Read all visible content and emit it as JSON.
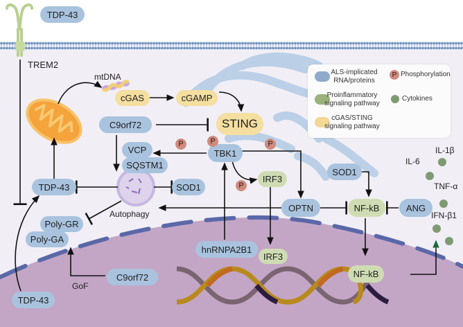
{
  "colors": {
    "als": "#a9c3de",
    "proinflammatory": "#cfdcb3",
    "cgas_sting": "#f4dea0",
    "phosphorylation": "#d08b7d",
    "cytokine": "#7e9a72",
    "nucleus": "#c3a6c6",
    "membrane": "#5a68a8",
    "background": "#f1eef5"
  },
  "extracellular": {
    "tdp43": "TDP-43"
  },
  "membrane": {
    "receptor_label": "TREM2"
  },
  "mito": {
    "mtdna_label": "mtDNA"
  },
  "nodes": {
    "cgas": "cGAS",
    "cgamp": "cGAMP",
    "sting": "STING",
    "c9orf72_cyto": "C9orf72",
    "vcp": "VCP",
    "sqstm1": "SQSTM1",
    "tbk1": "TBK1",
    "irf3_cyto": "IRF3",
    "sod1_autophagy": "SOD1",
    "sod1_nfkb": "SOD1",
    "tdp43_cyto": "TDP-43",
    "optn": "OPTN",
    "nfkb_cyto": "NF-kB",
    "ang": "ANG",
    "poly_gr": "Poly-GR",
    "poly_ga": "Poly-GA",
    "hnrnpa2b1": "hnRNPA2B1",
    "irf3_nuc": "IRF3",
    "nfkb_nuc": "NF-kB",
    "c9orf72_nuc": "C9orf72",
    "tdp43_nuc": "TDP-43"
  },
  "labels": {
    "autophagy": "Autophagy",
    "gof": "GoF",
    "phospho": "P"
  },
  "cytokines": [
    "IL-1β",
    "IL-6",
    "TNF-α",
    "IFN-β1"
  ],
  "legend": {
    "items": [
      {
        "label": "ALS-implicated RNA/proteins",
        "line1": "ALS-implicated",
        "line2": "RNA/proteins"
      },
      {
        "label": "Proinflammatory signaling pathway",
        "line1": "Proinflammatory",
        "line2": "signaling pathway"
      },
      {
        "label": "cGAS/STING signaling pathway",
        "line1": "cGAS/STING",
        "line2": "signaling pathway"
      },
      {
        "label": "Phosphorylation",
        "line1": "Phosphorylation",
        "symbol": "P"
      },
      {
        "label": "Cytokines",
        "line1": "Cytokines"
      }
    ]
  }
}
